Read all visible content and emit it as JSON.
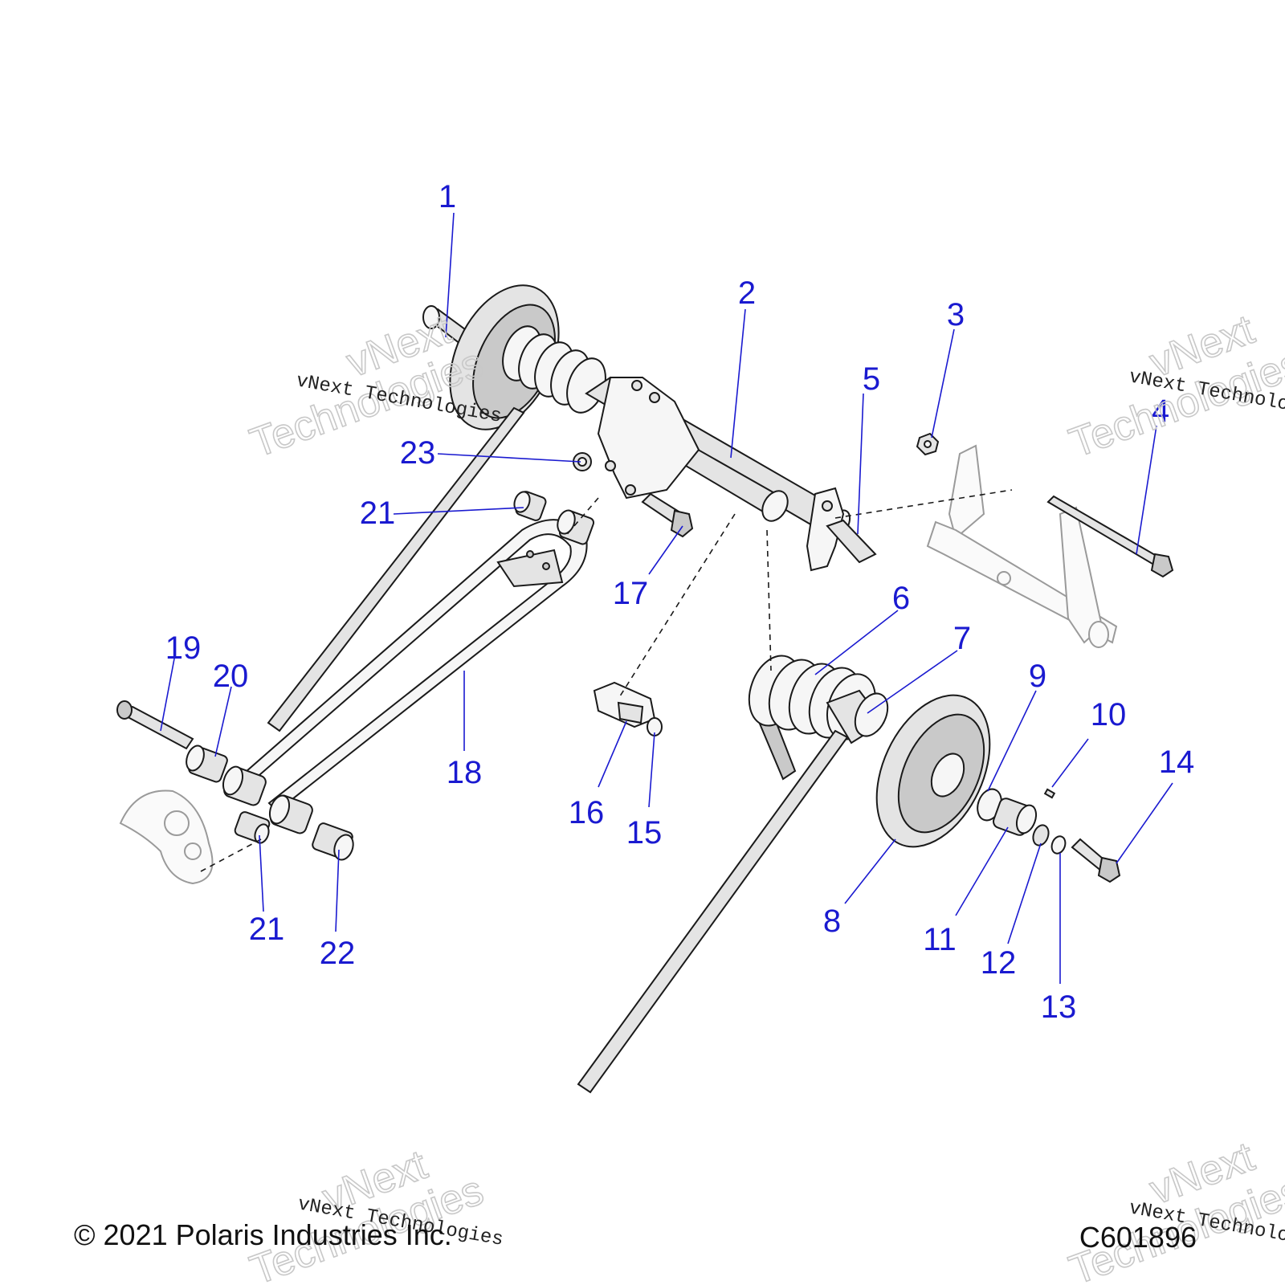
{
  "callouts": [
    {
      "label": "1"
    },
    {
      "label": "2"
    },
    {
      "label": "3"
    },
    {
      "label": "4"
    },
    {
      "label": "5"
    },
    {
      "label": "6"
    },
    {
      "label": "7"
    },
    {
      "label": "8"
    },
    {
      "label": "9"
    },
    {
      "label": "10"
    },
    {
      "label": "11"
    },
    {
      "label": "12"
    },
    {
      "label": "13"
    },
    {
      "label": "14"
    },
    {
      "label": "15"
    },
    {
      "label": "16"
    },
    {
      "label": "17"
    },
    {
      "label": "18"
    },
    {
      "label": "19"
    },
    {
      "label": "20"
    },
    {
      "label": "21"
    },
    {
      "label": "21"
    },
    {
      "label": "22"
    },
    {
      "label": "23"
    }
  ],
  "watermark": {
    "small": "vNext Technologies",
    "big_line1": "vNext",
    "big_line2": "Technologies"
  },
  "footer": {
    "copyright": "© 2021 Polaris Industries Inc.",
    "code": "C601896"
  },
  "colors": {
    "callout": "#1a1ad0",
    "line": "#1a1a1a"
  }
}
